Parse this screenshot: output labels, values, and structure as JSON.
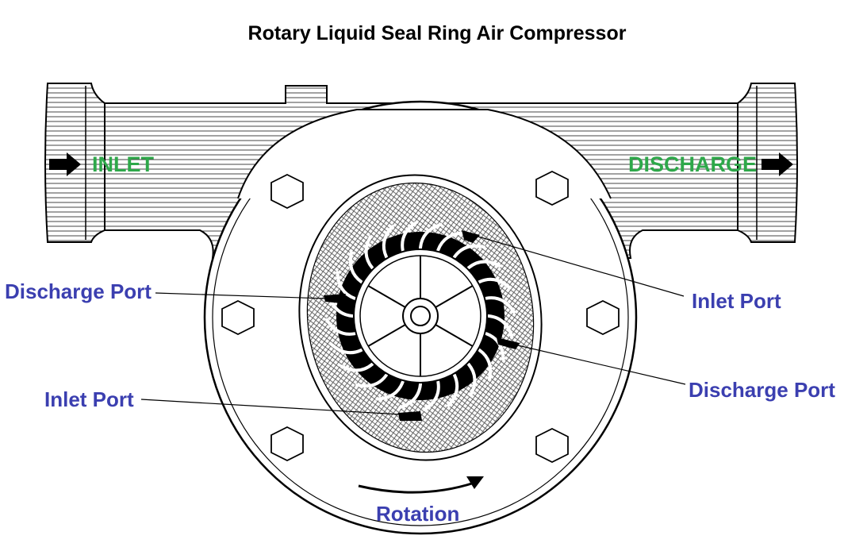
{
  "title": "Rotary Liquid Seal Ring Air Compressor",
  "pipe_labels": {
    "inlet": "INLET",
    "discharge": "DISCHARGE"
  },
  "callouts": {
    "discharge_port_left": "Discharge Port",
    "inlet_port_left": "Inlet Port",
    "inlet_port_right": "Inlet Port",
    "discharge_port_right": "Discharge Port",
    "rotation": "Rotation"
  },
  "colors": {
    "callout_text": "#3b3fb0",
    "pipe_text": "#2ea84a",
    "outline": "#000000",
    "impeller": "#000000",
    "liquid_hatch": "#555555"
  },
  "icons": {
    "inlet_arrow": "right-arrow-icon",
    "discharge_arrow": "right-arrow-icon",
    "rotation_arrow": "curved-arrow-icon",
    "bolt": "hexagon-bolt-icon"
  }
}
